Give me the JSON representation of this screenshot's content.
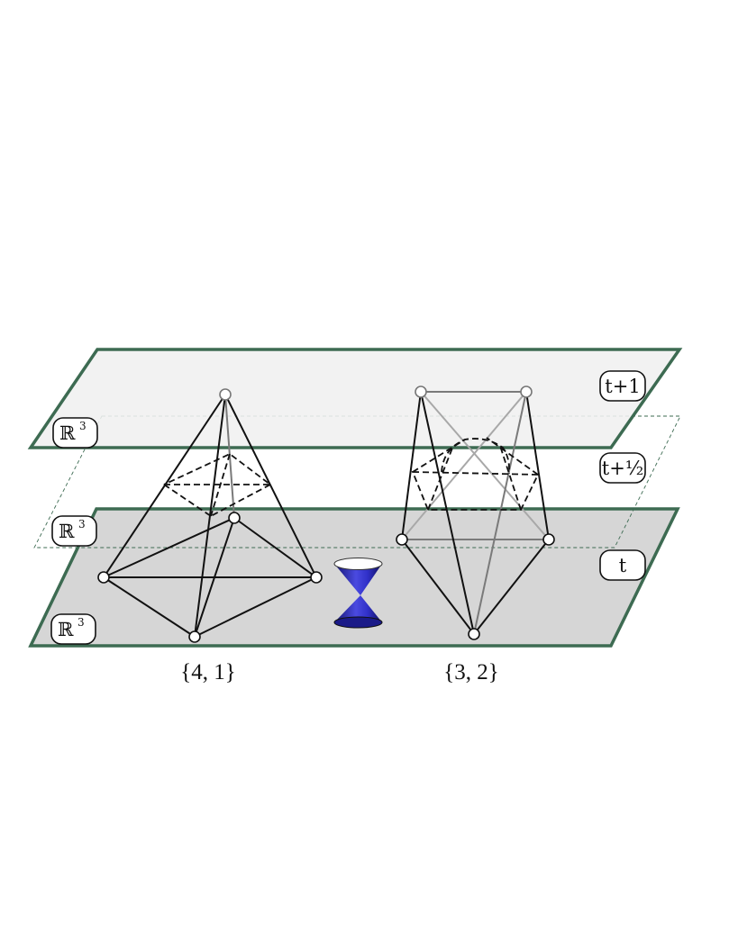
{
  "labels": {
    "space_symbol": "ℝ",
    "space_exponent": "3",
    "top_time": "t+1",
    "mid_time": "t+½",
    "bottom_time": "t"
  },
  "captions": {
    "left": "{4, 1}",
    "right": "{3, 2}"
  },
  "colors": {
    "plane_border": "#3d6b52",
    "top_plane_fill": "#f0f0f0",
    "bottom_plane_fill": "#d6d6d6",
    "cone_color": "#2b2bb8"
  },
  "icons": {
    "light_cone": "hourglass-light-cone-icon"
  }
}
